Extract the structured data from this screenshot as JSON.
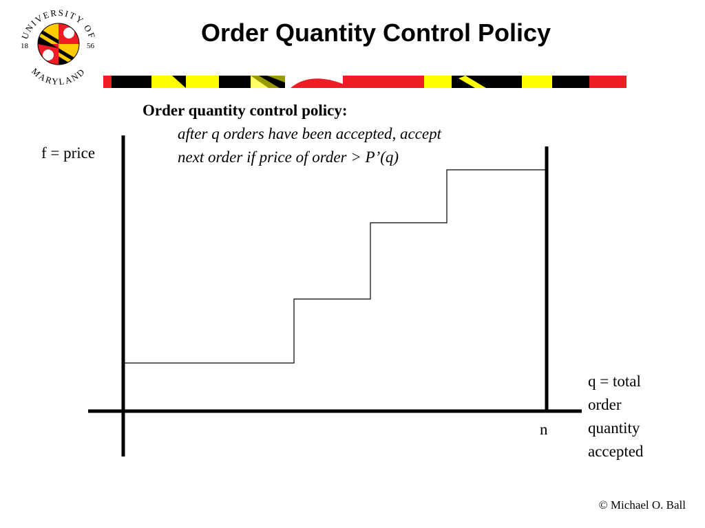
{
  "slide": {
    "title": "Order Quantity Control Policy",
    "copyright": "© Michael O. Ball"
  },
  "logo": {
    "text_top": "UNIVERSITY OF",
    "text_bottom": "MARYLAND",
    "year_left": "18",
    "year_right": "56"
  },
  "policy": {
    "heading": "Order quantity control policy:",
    "line1": "after q orders have been accepted,  accept",
    "line2": "next order if price of order > P’(q)"
  },
  "axes": {
    "y_label": "f = price",
    "x_label_lines": [
      "q = total",
      "order",
      "quantity",
      "accepted"
    ],
    "n_label": "n"
  },
  "colors": {
    "red": "#ee1c24",
    "yellow": "#ffff00",
    "black": "#000000",
    "line": "#000000"
  }
}
